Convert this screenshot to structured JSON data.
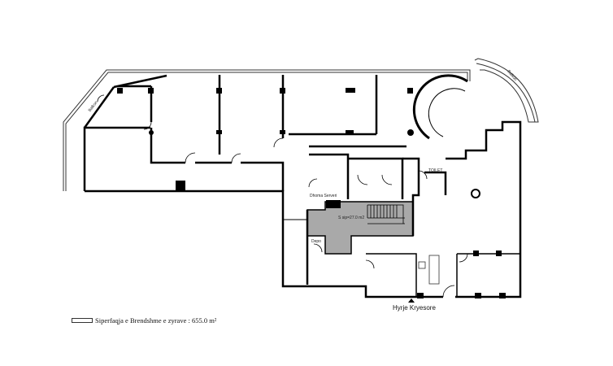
{
  "plan": {
    "labels": {
      "balcony_left": "Balkon",
      "balcony_right": "Balkon",
      "server_room": "Dhoma Serveri",
      "core_area": "S sip=27.0 m2",
      "storage": "Depo",
      "toilet": "TOILET",
      "main_entrance": "Hyrje Kryesore"
    },
    "legend": {
      "text": "Siperfaqja e Brendshme e zyrave : 655.0 m²"
    },
    "colors": {
      "walls": "#000000",
      "core_fill": "#a9a9a9"
    }
  }
}
